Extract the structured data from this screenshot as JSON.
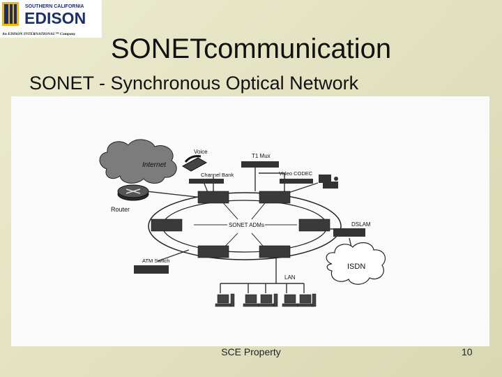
{
  "logo": {
    "line1": "SOUTHERN CALIFORNIA",
    "line2": "EDISON",
    "line3": "An EDISON INTERNATIONAL™ Company"
  },
  "slide": {
    "title": "SONETcommunication",
    "subtitle": "SONET  - Synchronous Optical Network",
    "footer": "SCE Property",
    "page_number": "10"
  },
  "diagram": {
    "labels": {
      "internet": "Internet",
      "router": "Router",
      "voice": "Voice",
      "t1_mux": "T1 Mux",
      "channel_bank": "Channel Bank",
      "video_codec": "Video CODEC",
      "sonet_adms": "SONET ADMs",
      "dslam": "DSLAM",
      "isdn": "ISDN",
      "atm_switch": "ATM Switch",
      "lan": "LAN"
    }
  }
}
